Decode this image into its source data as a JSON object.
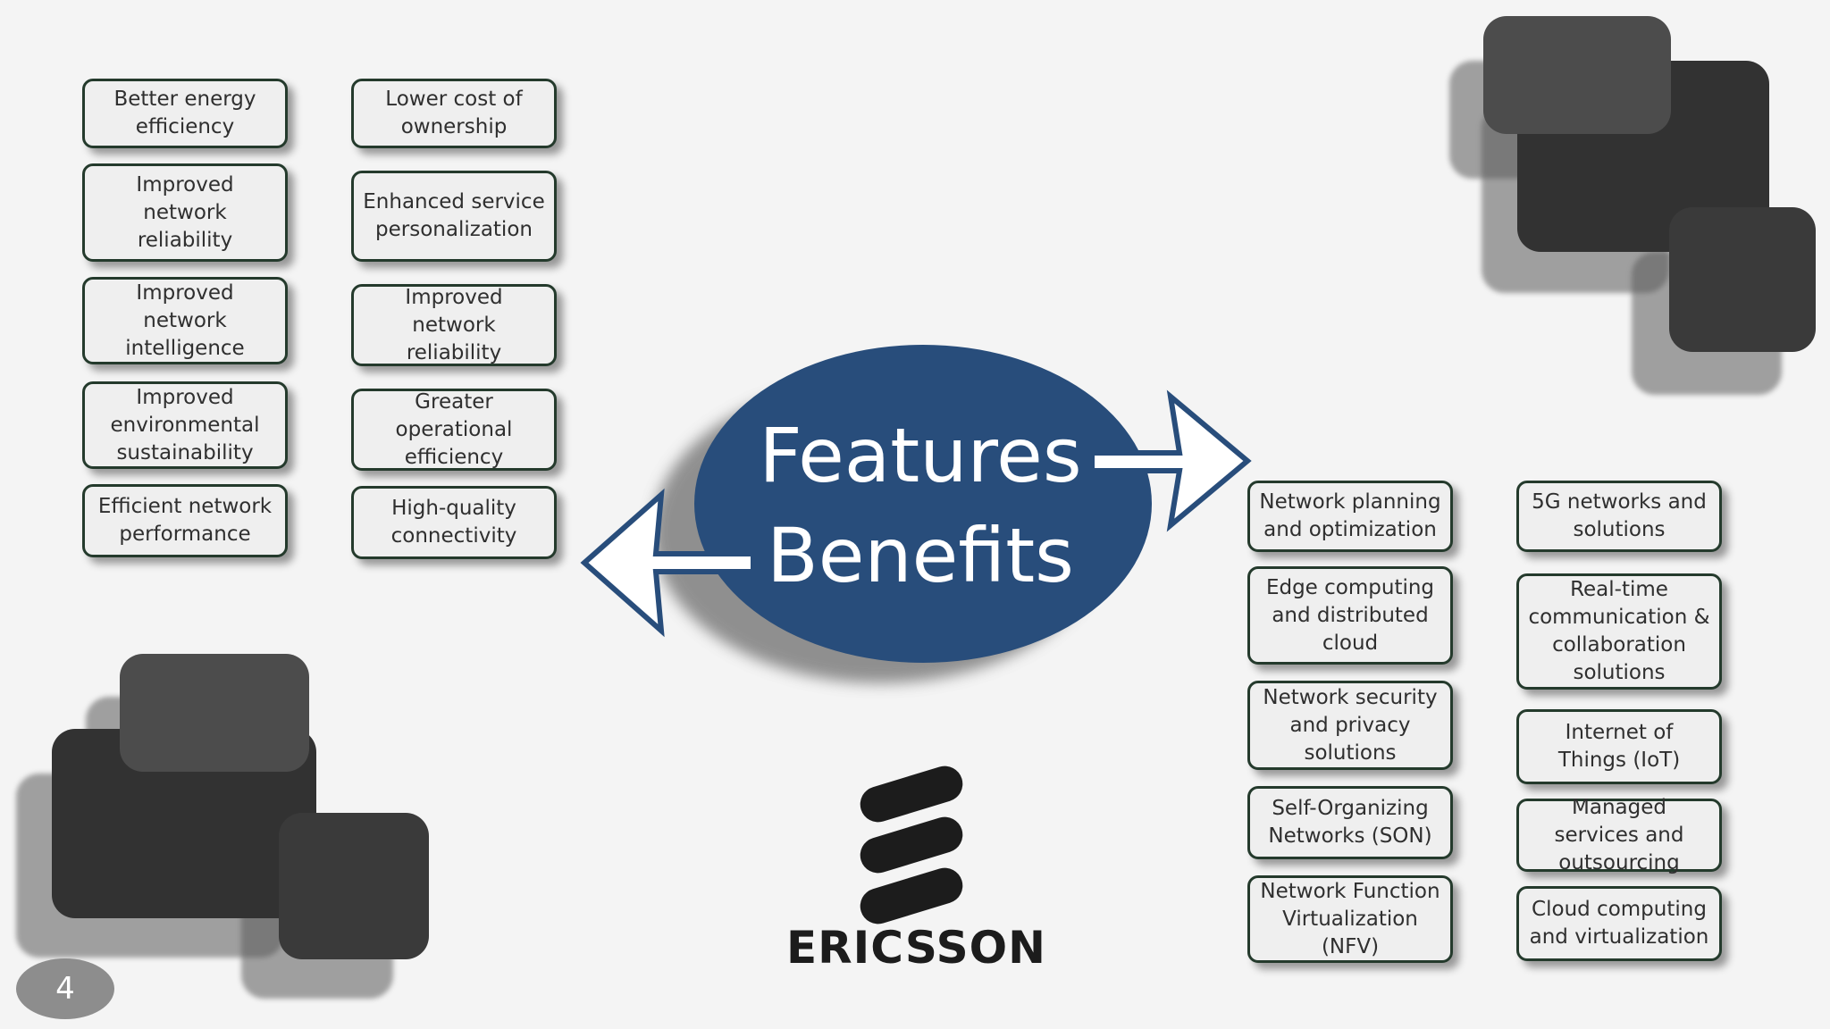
{
  "benefits": {
    "left_column": [
      "Better energy efficiency",
      "Improved network reliability",
      "Improved network intelligence",
      "Improved environmental sustainability",
      "Efficient network performance"
    ],
    "right_column": [
      "Lower cost of ownership",
      "Enhanced service personalization",
      "Improved network reliability",
      "Greater operational efficiency",
      "High-quality connectivity"
    ]
  },
  "features": {
    "left_column": [
      "Network planning and optimization",
      "Edge computing and distributed cloud",
      "Network security and privacy solutions",
      "Self-Organizing Networks (SON)",
      "Network Function Virtualization (NFV)"
    ],
    "right_column": [
      "5G networks and solutions",
      "Real-time communication & collaboration solutions",
      "Internet of Things (IoT)",
      "Managed services and outsourcing",
      "Cloud computing and virtualization"
    ]
  },
  "center": {
    "features_label": "Features",
    "benefits_label": "Benefits"
  },
  "brand": {
    "name": "ERICSSON"
  },
  "page_number": "4",
  "colors": {
    "center_ellipse": "#284d7b",
    "arrow_stroke": "#284d7b",
    "box_border": "#243a2c",
    "box_fill": "#efefef"
  }
}
